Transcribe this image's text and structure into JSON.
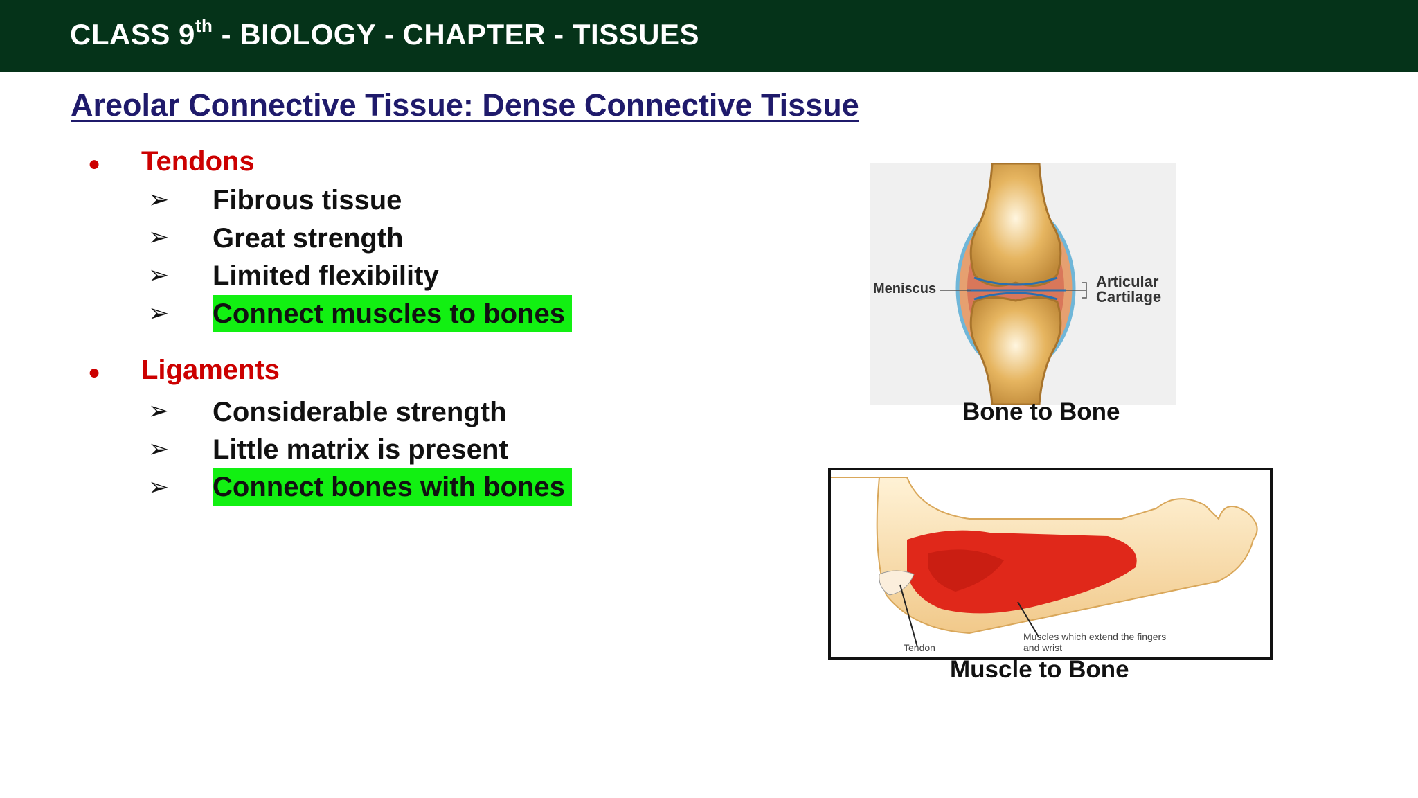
{
  "header": {
    "title_prefix": "CLASS 9",
    "title_sup": "th",
    "title_suffix": " - BIOLOGY - CHAPTER - TISSUES"
  },
  "subtitle": "Areolar Connective Tissue: Dense Connective Tissue ",
  "colors": {
    "header_bg": "#053319",
    "subtitle": "#1f1a6b",
    "bullet_red": "#cc0000",
    "highlight": "#12f012"
  },
  "sections": [
    {
      "title": "Tendons",
      "bullet_icon": "red-dot",
      "items": [
        {
          "text": "Fibrous tissue",
          "highlight": false
        },
        {
          "text": "Great strength",
          "highlight": false
        },
        {
          "text": "Limited flexibility",
          "highlight": false
        },
        {
          "text": "Connect muscles to bones",
          "highlight": true
        }
      ]
    },
    {
      "title": "Ligaments",
      "bullet_icon": "red-dot",
      "items": [
        {
          "text": "Considerable strength",
          "highlight": false
        },
        {
          "text": "Little matrix is present",
          "highlight": false
        },
        {
          "text": "Connect bones with bones",
          "highlight": true
        }
      ]
    }
  ],
  "arrow_glyph": "➢",
  "bullet_glyph": "●",
  "figures": {
    "joint": {
      "label_left": "Meniscus",
      "label_right_1": "Articular",
      "label_right_2": "Cartilage",
      "caption": "Bone to Bone"
    },
    "arm": {
      "label_tendon": "Tendon",
      "label_muscle_1": "Muscles which extend the fingers",
      "label_muscle_2": "and wrist",
      "caption": "Muscle to Bone"
    }
  }
}
